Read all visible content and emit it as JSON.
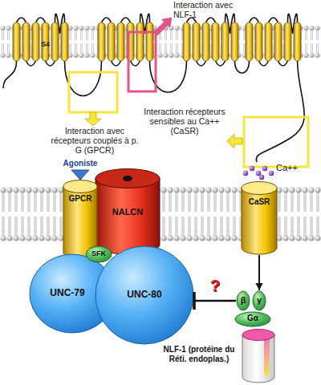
{
  "diagram": {
    "nodes": [
      {
        "text": [
          "Agoniste"
        ]
      },
      {
        "text": [
          "GPCR"
        ]
      },
      {
        "text": [
          "NALCN"
        ]
      },
      {
        "text": [
          "CaSR"
        ]
      },
      {
        "text": [
          "SFK"
        ]
      },
      {
        "text": [
          "UNC-79"
        ]
      },
      {
        "text": [
          "UNC-80"
        ]
      },
      {
        "text": [
          "β"
        ]
      },
      {
        "text": [
          "γ"
        ]
      },
      {
        "text": [
          "Gα"
        ]
      },
      {
        "text": [
          "NLF-1 (protéine du Réti. endoplas.)"
        ]
      }
    ],
    "edges": [
      {
        "from": 3,
        "to": 8,
        "arrow": "to"
      },
      {
        "from": 7,
        "to": 6,
        "arrow": "to",
        "label": "?"
      }
    ],
    "labels": [
      "Interaction avec NLF-1",
      "S4",
      "Interaction avec récepteurs couplés à p. G (GPCR)",
      "Interaction récepteurs sensibles au Ca++ (CaSR)",
      "Ca++"
    ]
  }
}
